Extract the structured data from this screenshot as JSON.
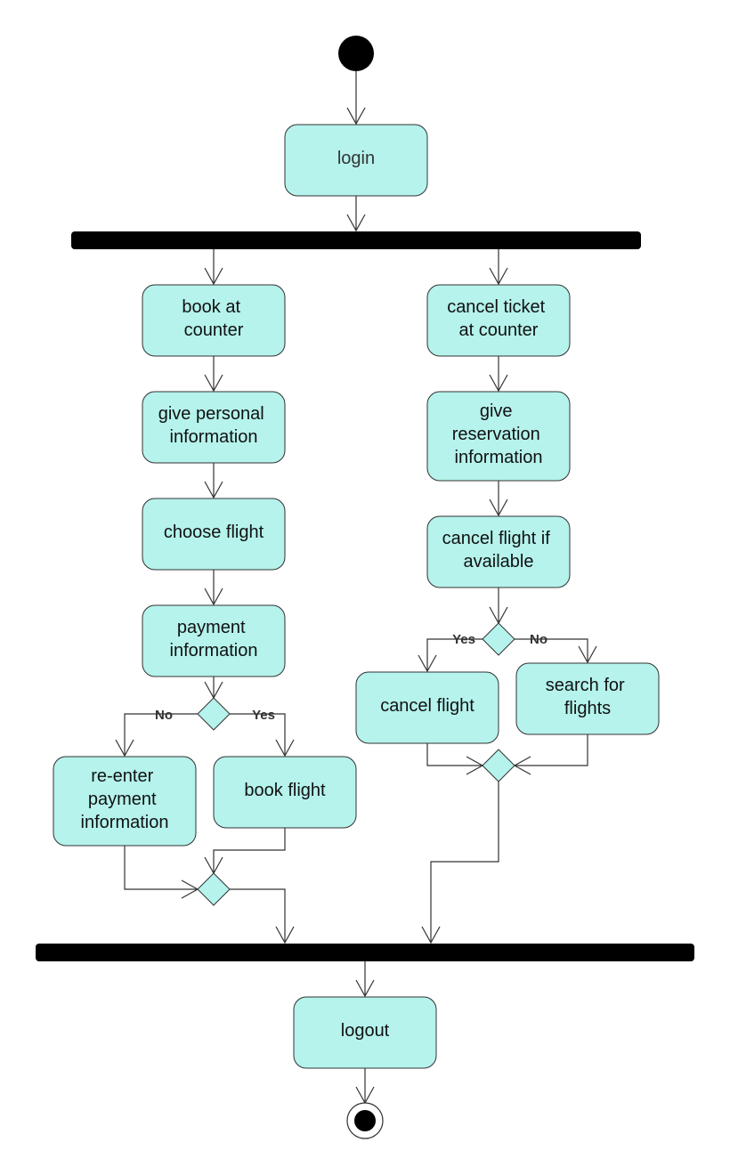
{
  "nodes": {
    "login": "login",
    "book_at_counter": [
      "book at",
      "counter"
    ],
    "give_personal_information": [
      "give personal",
      "information"
    ],
    "choose_flight": "choose flight",
    "payment_information": [
      "payment",
      "information"
    ],
    "re_enter_payment_information": [
      "re-enter",
      "payment",
      "information"
    ],
    "book_flight": "book flight",
    "cancel_ticket_at_counter": [
      "cancel ticket",
      "at counter"
    ],
    "give_reservation_information": [
      "give",
      "reservation",
      "information"
    ],
    "cancel_flight_if_available": [
      "cancel flight if",
      "available"
    ],
    "cancel_flight": "cancel flight",
    "search_for_flights": [
      "search for",
      "flights"
    ],
    "logout": "logout"
  },
  "guards": {
    "payment_no": "No",
    "payment_yes": "Yes",
    "cancel_yes": "Yes",
    "cancel_no": "No"
  },
  "colors": {
    "activity_fill": "#b5f3ec",
    "stroke": "#333333",
    "bar": "#000000"
  }
}
